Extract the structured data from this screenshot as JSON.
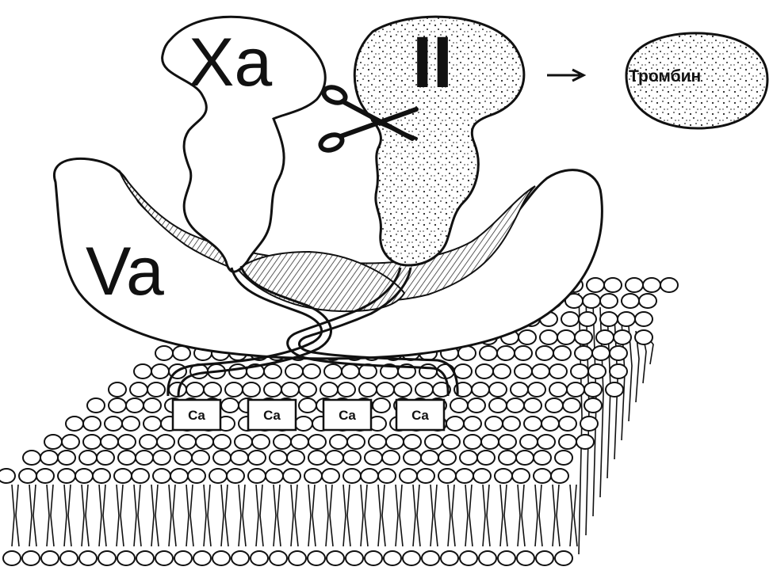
{
  "labels": {
    "factor_xa": "Xa",
    "factor_ii": "II",
    "factor_va": "Va",
    "product": "Тромбин"
  },
  "calcium": [
    "Ca",
    "Ca",
    "Ca",
    "Ca"
  ],
  "icons": {
    "cleavage": "scissors-icon",
    "conversion": "arrow-right-icon"
  },
  "colors": {
    "ink": "#111111",
    "paper": "#ffffff"
  }
}
